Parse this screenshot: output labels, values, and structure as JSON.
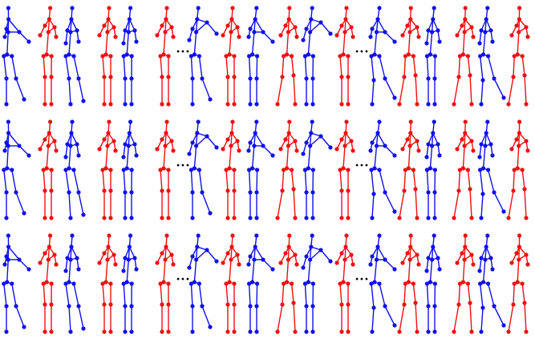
{
  "colors": {
    "prediction": "#1010ee",
    "ground_truth": "#ee1010",
    "ellipsis": "#000000",
    "background": "#ffffff"
  },
  "grid": {
    "rows": 3,
    "row_labels": [],
    "column_kinds": [
      "pred",
      "gt",
      "pred",
      "gt",
      "pred",
      "gt",
      "gap",
      "pred",
      "gt",
      "pred",
      "gt",
      "pred",
      "gt",
      "gap",
      "pred",
      "gt",
      "pred",
      "gt",
      "pred",
      "gt"
    ],
    "ellipsis_text": "•••"
  },
  "poses": {
    "pred": [
      {
        "lean": -0.6,
        "arm": "out-right",
        "leg": "step"
      },
      {
        "lean": 0.0,
        "arm": "down",
        "leg": "step-right"
      },
      {
        "lean": 0.1,
        "arm": "down",
        "leg": "straight"
      },
      {
        "lean": 0.2,
        "arm": "raised-right",
        "leg": "step"
      },
      {
        "lean": 0.3,
        "arm": "out-right",
        "leg": "straight"
      },
      {
        "lean": 0.2,
        "arm": "raised-right",
        "leg": "straight"
      },
      {
        "lean": 0.5,
        "arm": "out-right",
        "leg": "stride"
      },
      {
        "lean": 0.2,
        "arm": "down",
        "leg": "straight"
      },
      {
        "lean": 0.3,
        "arm": "down",
        "leg": "stride"
      }
    ],
    "gt": [
      {
        "lean": 0.1,
        "arm": "in-left",
        "leg": "straight"
      },
      {
        "lean": 0.0,
        "arm": "in-left",
        "leg": "straight"
      },
      {
        "lean": 0.0,
        "arm": "in-left",
        "leg": "straight"
      },
      {
        "lean": 0.0,
        "arm": "in-left",
        "leg": "straight"
      },
      {
        "lean": -0.2,
        "arm": "in-left",
        "leg": "split"
      },
      {
        "lean": 0.0,
        "arm": "in-left",
        "leg": "straight"
      },
      {
        "lean": -0.3,
        "arm": "in-left",
        "leg": "split"
      },
      {
        "lean": -0.3,
        "arm": "in-left",
        "leg": "split"
      },
      {
        "lean": -0.4,
        "arm": "in-left",
        "leg": "split"
      }
    ]
  }
}
